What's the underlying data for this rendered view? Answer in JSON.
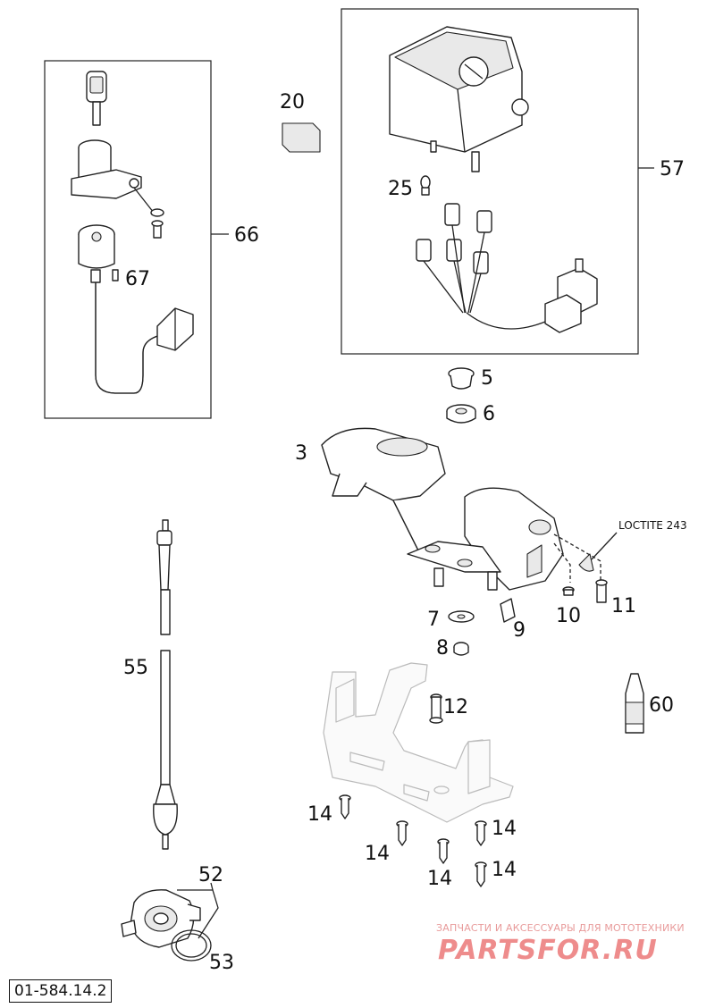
{
  "callouts": {
    "c66": "66",
    "c67": "67",
    "c20": "20",
    "c57": "57",
    "c25": "25",
    "c5": "5",
    "c6": "6",
    "c3": "3",
    "c55": "55",
    "c7": "7",
    "c9": "9",
    "c8": "8",
    "c10": "10",
    "c11": "11",
    "c12": "12",
    "c60": "60",
    "c14a": "14",
    "c14b": "14",
    "c14c": "14",
    "c14d": "14",
    "c14e": "14",
    "c52": "52",
    "c53": "53"
  },
  "note": "LOCTITE 243",
  "watermark": {
    "tagline": "ЗАПЧАСТИ И АКСЕССУАРЫ ДЛЯ МОТОТЕХНИКИ",
    "logo": "PARTSFOR.RU"
  },
  "drawing_code": "01-584.14.2"
}
